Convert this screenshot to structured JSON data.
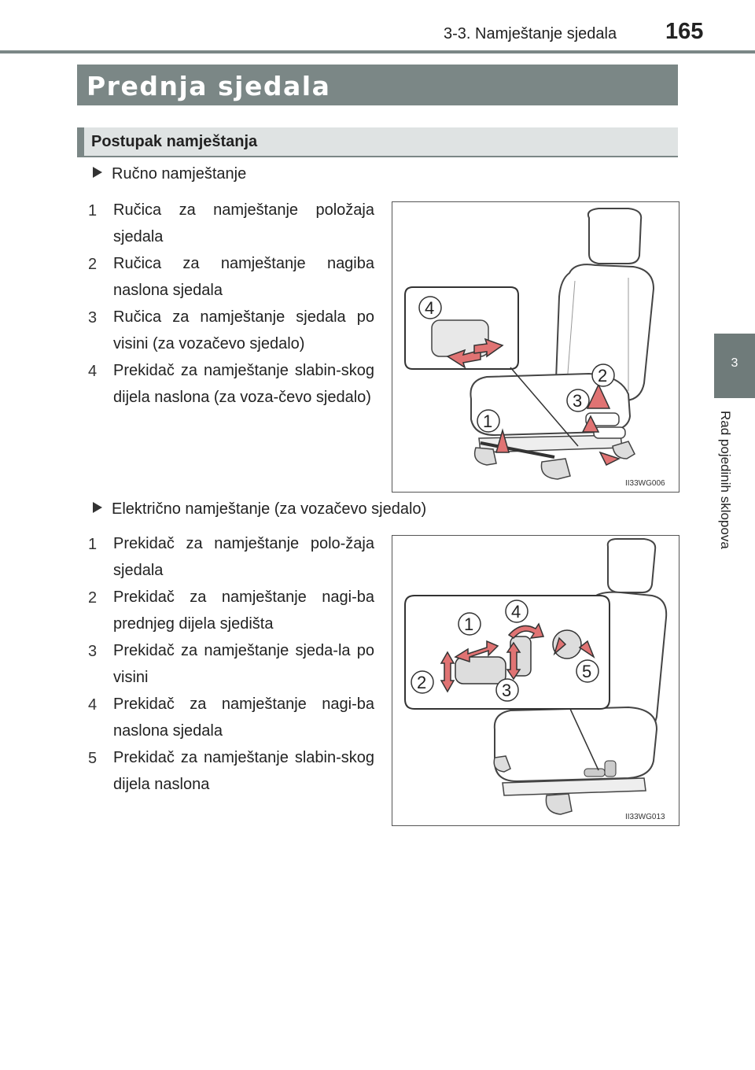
{
  "header": {
    "section": "3-3. Namještanje sjedala",
    "page_number": "165"
  },
  "side_tab": {
    "chapter": "3",
    "label": "Rad pojedinih sklopova"
  },
  "title": "Prednja sjedala",
  "subtitle": "Postupak namještanja",
  "manual": {
    "heading": "Ručno namještanje",
    "items": [
      {
        "num": "1",
        "text": "Ručica za namještanje položaja sjedala"
      },
      {
        "num": "2",
        "text": "Ručica za namještanje nagiba naslona sjedala"
      },
      {
        "num": "3",
        "text": "Ručica za namještanje sjedala po visini (za vozačevo sjedalo)"
      },
      {
        "num": "4",
        "text": "Prekidač za namještanje slabin-skog dijela naslona (za voza-čevo sjedalo)"
      }
    ],
    "figure": {
      "code": "II33WG006",
      "callouts": [
        "1",
        "2",
        "3",
        "4"
      ]
    }
  },
  "electric": {
    "heading": "Električno namještanje (za vozačevo sjedalo)",
    "items": [
      {
        "num": "1",
        "text": "Prekidač za namještanje polo-žaja sjedala"
      },
      {
        "num": "2",
        "text": "Prekidač za namještanje nagi-ba prednjeg dijela sjedišta"
      },
      {
        "num": "3",
        "text": "Prekidač za namještanje sjeda-la po visini"
      },
      {
        "num": "4",
        "text": "Prekidač za namještanje nagi-ba naslona sjedala"
      },
      {
        "num": "5",
        "text": "Prekidač za namještanje slabin-skog dijela naslona"
      }
    ],
    "figure": {
      "code": "II33WG013",
      "callouts": [
        "1",
        "2",
        "3",
        "4",
        "5"
      ]
    }
  },
  "colors": {
    "accent_gray": "#7b8786",
    "arrow_red": "#e07373"
  }
}
